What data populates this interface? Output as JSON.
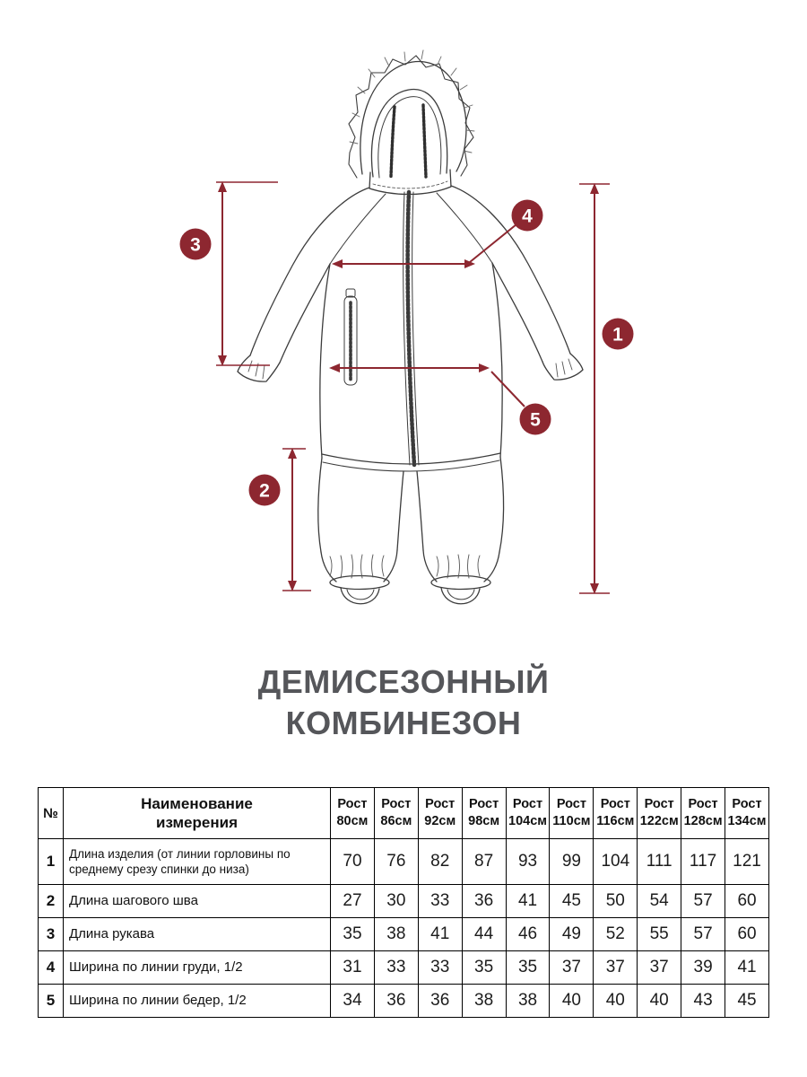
{
  "title": {
    "line1": "ДЕМИСЕЗОННЫЙ",
    "line2": "КОМБИНЕЗОН"
  },
  "colors": {
    "accent": "#8d2730",
    "title_text": "#55565a",
    "sketch_line": "#3c3c3c"
  },
  "diagram": {
    "badges": [
      {
        "n": "1"
      },
      {
        "n": "2"
      },
      {
        "n": "3"
      },
      {
        "n": "4"
      },
      {
        "n": "5"
      }
    ]
  },
  "size_table": {
    "number_header": "№",
    "name_header": "Наименование измерения",
    "columns": [
      {
        "line1": "Рост",
        "line2": "80см"
      },
      {
        "line1": "Рост",
        "line2": "86см"
      },
      {
        "line1": "Рост",
        "line2": "92см"
      },
      {
        "line1": "Рост",
        "line2": "98см"
      },
      {
        "line1": "Рост",
        "line2": "104см"
      },
      {
        "line1": "Рост",
        "line2": "110см"
      },
      {
        "line1": "Рост",
        "line2": "116см"
      },
      {
        "line1": "Рост",
        "line2": "122см"
      },
      {
        "line1": "Рост",
        "line2": "128см"
      },
      {
        "line1": "Рост",
        "line2": "134см"
      }
    ],
    "rows": [
      {
        "num": "1",
        "name": "Длина изделия (от линии горловины по среднему срезу спинки до низа)",
        "values": [
          "70",
          "76",
          "82",
          "87",
          "93",
          "99",
          "104",
          "111",
          "117",
          "121"
        ]
      },
      {
        "num": "2",
        "name": "Длина шагового шва",
        "values": [
          "27",
          "30",
          "33",
          "36",
          "41",
          "45",
          "50",
          "54",
          "57",
          "60"
        ]
      },
      {
        "num": "3",
        "name": "Длина рукава",
        "values": [
          "35",
          "38",
          "41",
          "44",
          "46",
          "49",
          "52",
          "55",
          "57",
          "60"
        ]
      },
      {
        "num": "4",
        "name": "Ширина по линии груди, 1/2",
        "values": [
          "31",
          "33",
          "33",
          "35",
          "35",
          "37",
          "37",
          "37",
          "39",
          "41"
        ]
      },
      {
        "num": "5",
        "name": "Ширина по линии бедер, 1/2",
        "values": [
          "34",
          "36",
          "36",
          "38",
          "38",
          "40",
          "40",
          "40",
          "43",
          "45"
        ]
      }
    ]
  }
}
